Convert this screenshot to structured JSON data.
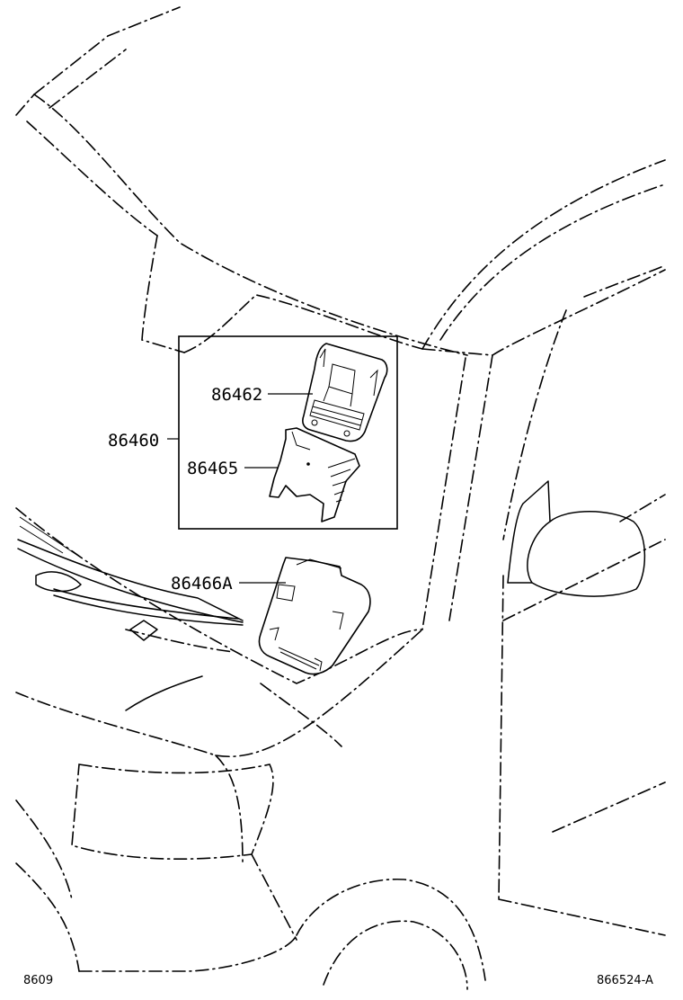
{
  "labels": {
    "assembly": "86460",
    "part_a": "86462",
    "part_b": "86465",
    "part_c": "86466A"
  },
  "corner_left": "8609",
  "corner_right": "866524-A",
  "colors": {
    "ink": "#000000",
    "paper": "#ffffff"
  }
}
